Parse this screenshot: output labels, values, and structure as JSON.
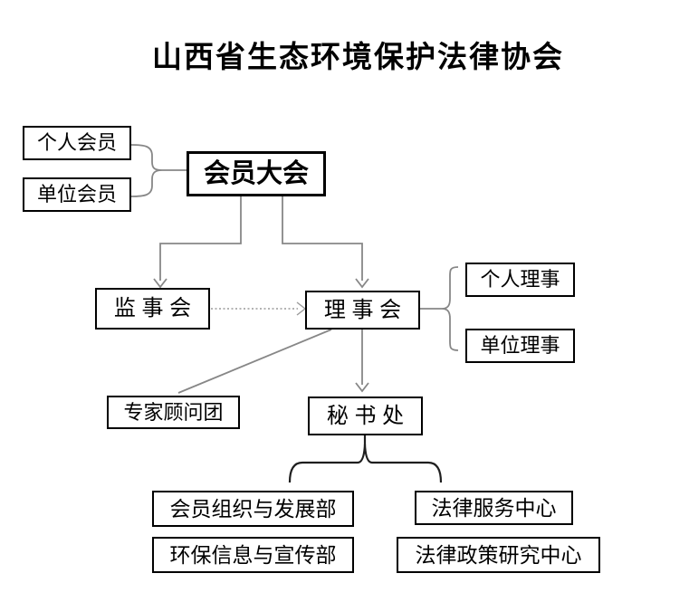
{
  "title": "山西省生态环境保护法律协会",
  "colors": {
    "box_border": "#000000",
    "text": "#000000",
    "connector_gray": "#878787",
    "dotted_gray": "#9a9a9a",
    "brace_dark": "#1f1f1f",
    "background": "#ffffff"
  },
  "nodes": {
    "individual_member": {
      "label": "个人会员"
    },
    "unit_member": {
      "label": "单位会员"
    },
    "members_assembly": {
      "label": "会员大会"
    },
    "supervisory_board": {
      "label": "监 事 会"
    },
    "council": {
      "label": "理 事 会"
    },
    "individual_director": {
      "label": "个人理事"
    },
    "unit_director": {
      "label": "单位理事"
    },
    "expert_advisory_group": {
      "label": "专家顾问团"
    },
    "secretariat": {
      "label": "秘 书 处"
    },
    "member_org_dev_dept": {
      "label": "会员组织与发展部"
    },
    "env_info_publicity_dept": {
      "label": "环保信息与宣传部"
    },
    "legal_service_center": {
      "label": "法律服务中心"
    },
    "legal_policy_research_center": {
      "label": "法律政策研究中心"
    }
  }
}
